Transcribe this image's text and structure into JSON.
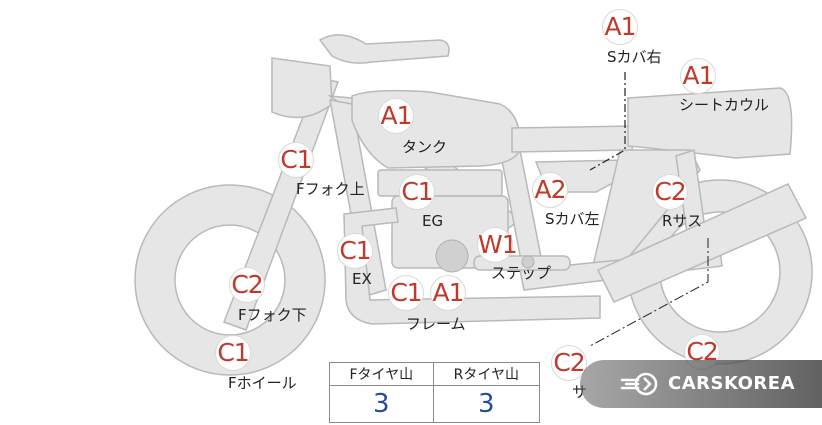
{
  "parts": [
    {
      "id": "s-cover-right",
      "grade": "A1",
      "label": "Sカバ右"
    },
    {
      "id": "seat-cowl",
      "grade": "A1",
      "label": "シートカウル"
    },
    {
      "id": "tank",
      "grade": "A1",
      "label": "タンク"
    },
    {
      "id": "f-fork-upper",
      "grade": "C1",
      "label": "Fフォク上"
    },
    {
      "id": "engine",
      "grade": "C1",
      "label": "EG"
    },
    {
      "id": "s-cover-left",
      "grade": "A2",
      "label": "Sカバ左"
    },
    {
      "id": "r-suspension",
      "grade": "C2",
      "label": "Rサス"
    },
    {
      "id": "exhaust",
      "grade": "C1",
      "label": "EX"
    },
    {
      "id": "step",
      "grade": "W1",
      "label": "ステップ"
    },
    {
      "id": "f-fork-lower",
      "grade": "C2",
      "label": "Fフォク下"
    },
    {
      "id": "frame",
      "grade_a": "C1",
      "grade_b": "A1",
      "label": "フレーム"
    },
    {
      "id": "f-wheel",
      "grade": "C1",
      "label": "Fホイール"
    },
    {
      "id": "silencer",
      "grade": "C2",
      "label": "サ"
    },
    {
      "id": "r-wheel",
      "grade": "C2",
      "label": ""
    }
  ],
  "tire_table": {
    "headers": [
      "Fタイヤ山",
      "Rタイヤ山"
    ],
    "values": [
      "3",
      "3"
    ]
  },
  "watermark": {
    "text": "CARSKOREA",
    "icon": "flame-logo-icon"
  },
  "colors": {
    "grade_text": "#c0392b",
    "tire_value": "#2a4a9a",
    "bike_fill": "#e6e6e6",
    "bike_stroke": "#b8b8b8"
  }
}
